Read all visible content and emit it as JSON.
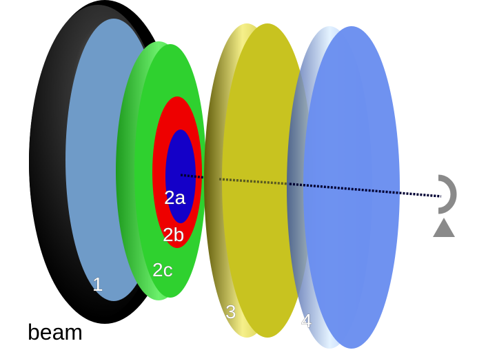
{
  "labels": {
    "beam": "beam",
    "layer_1": "1",
    "layer_2a": "2a",
    "layer_2b": "2b",
    "layer_2c": "2c",
    "layer_3": "3",
    "layer_4": "4"
  },
  "icons": {
    "observer": "eye-icon"
  },
  "colors": {
    "housing": "#000000",
    "layer_1": "#6f9bc8",
    "layer_2c": "#2fd12f",
    "layer_2b": "#ee0000",
    "layer_2a": "#1400c8",
    "layer_3": "#c8c320",
    "layer_4": "#6a8ef0",
    "beam_line": "#000033",
    "observer": "#8a8a8a"
  }
}
